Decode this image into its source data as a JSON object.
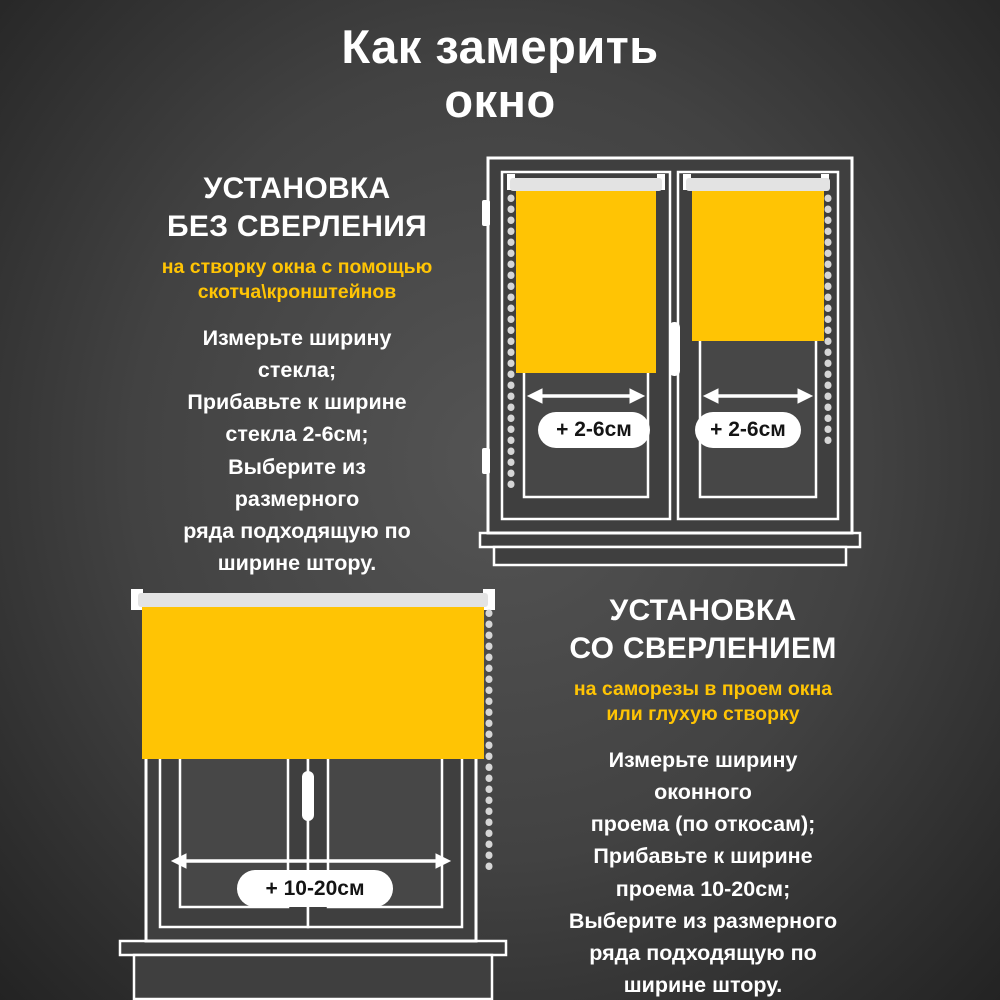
{
  "colors": {
    "accent": "#ffc404",
    "background_center": "#545454",
    "background_edge": "#232323",
    "pill_background": "#ffffff",
    "pill_text": "#141414",
    "stroke": "#ffffff"
  },
  "title": {
    "lines": [
      "Как замерить",
      "окно"
    ]
  },
  "no_drill": {
    "heading": [
      "УСТАНОВКА",
      "БЕЗ СВЕРЛЕНИЯ"
    ],
    "subheading": [
      "на створку окна с помощью",
      "скотча\\кронштейнов"
    ],
    "body": [
      "Измерьте ширину",
      "стекла;",
      "Прибавьте к ширине",
      "стекла 2-6см;",
      "Выберите из",
      "размерного",
      "ряда подходящую по",
      "ширине штору."
    ],
    "measure_label_left": "+ 2-6см",
    "measure_label_right": "+ 2-6см"
  },
  "drill": {
    "heading": [
      "УСТАНОВКА",
      "СО СВЕРЛЕНИЕМ"
    ],
    "subheading": [
      "на саморезы в проем окна",
      "или глухую створку"
    ],
    "body": [
      "Измерьте ширину",
      "оконного",
      "проема (по откосам);",
      "Прибавьте к ширине",
      "проема 10-20см;",
      "Выберите из размерного",
      "ряда подходящую по",
      "ширине штору."
    ],
    "measure_label": "+ 10-20см"
  },
  "icons": {
    "sash_window_illustration": "window-with-two-sashes-and-yellow-roller-blinds",
    "opening_window_illustration": "window-with-wide-yellow-roller-blind-over-opening",
    "arrow": "double-headed-width-arrow"
  }
}
